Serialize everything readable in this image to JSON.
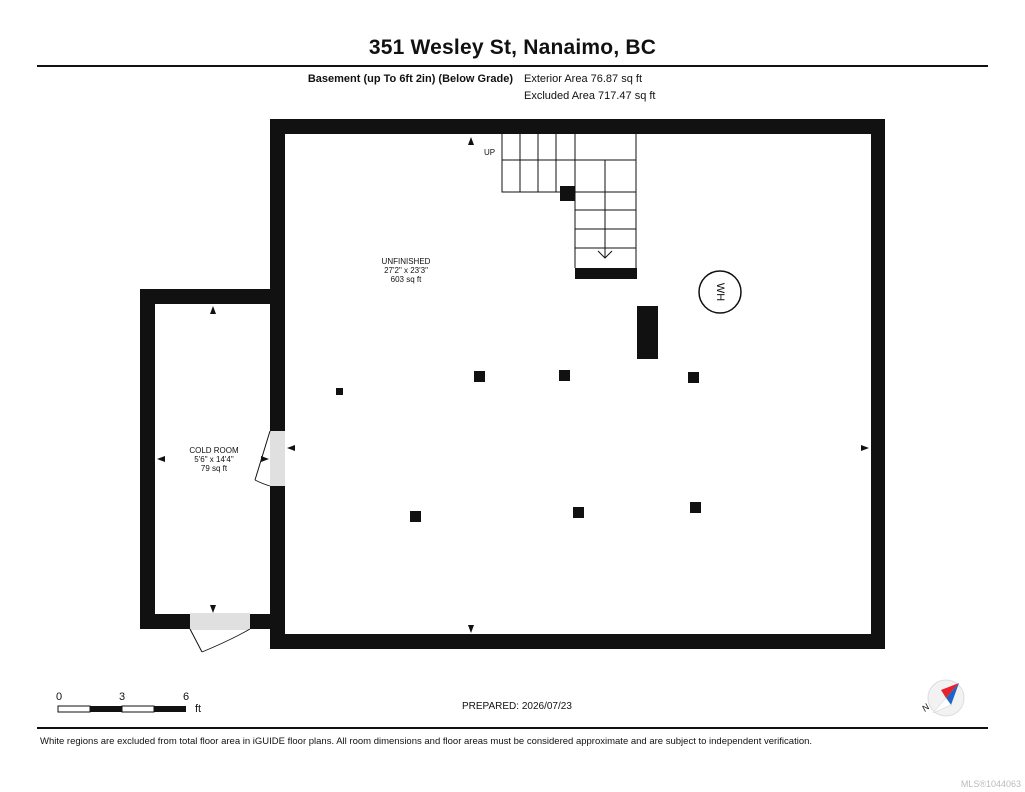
{
  "title": "351 Wesley St, Nanaimo, BC",
  "level": {
    "label": "Basement (up To 6ft 2in) (Below Grade)",
    "exterior_area": "Exterior Area 76.87 sq ft",
    "excluded_area": "Excluded Area 717.47 sq ft"
  },
  "rooms": [
    {
      "name": "UNFINISHED",
      "dims": "27'2\" x 23'3\"",
      "area": "603 sq ft"
    },
    {
      "name": "COLD ROOM",
      "dims": "5'6\" x 14'4\"",
      "area": "79 sq ft"
    }
  ],
  "labels": {
    "stairs": "UP",
    "water_heater": "WH"
  },
  "scale_bar": {
    "ticks": [
      "0",
      "3",
      "6"
    ],
    "unit": "ft"
  },
  "prepared": "PREPARED: 2026/07/23",
  "compass": {
    "north_label": "N"
  },
  "disclaimer": "White regions are excluded from total floor area in iGUIDE floor plans. All room dimensions and floor areas must be considered approximate and are subject to independent verification.",
  "watermark": "MLS®1044063",
  "colors": {
    "wall": "#111111",
    "door_fill": "#e0e0e0",
    "compass_red": "#e8212b",
    "compass_blue": "#1e63c8"
  }
}
